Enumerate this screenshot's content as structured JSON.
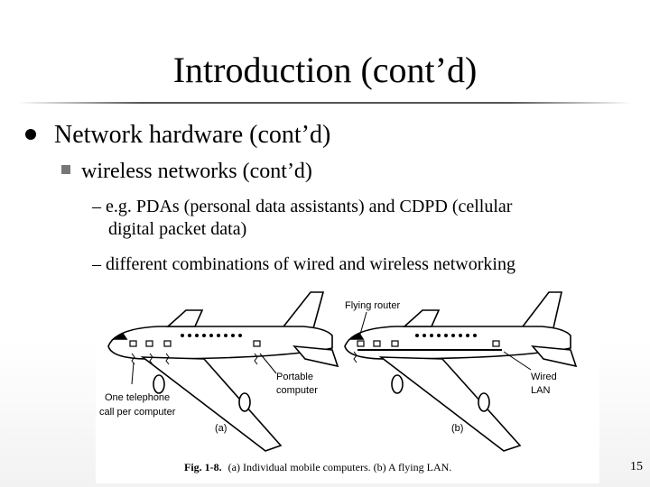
{
  "slide": {
    "title": "Introduction (cont’d)",
    "bullet1": "Network hardware (cont’d)",
    "bullet2": "wireless networks (cont’d)",
    "sub1_line1": "– e.g. PDAs (personal data assistants) and CDPD (cellular",
    "sub1_line2": "digital packet data)",
    "sub2": "– different combinations of wired and wireless networking",
    "page_number": "15"
  },
  "figure": {
    "label_flying_router": "Flying router",
    "label_portable": "Portable",
    "label_computer": "computer",
    "label_wired": "Wired",
    "label_lan": "LAN",
    "label_one_telephone": "One telephone",
    "label_call_per": "call per computer",
    "panel_a": "(a)",
    "panel_b": "(b)",
    "caption_bold": "Fig. 1-8.",
    "caption_text": "(a) Individual mobile computers. (b) A flying LAN."
  }
}
